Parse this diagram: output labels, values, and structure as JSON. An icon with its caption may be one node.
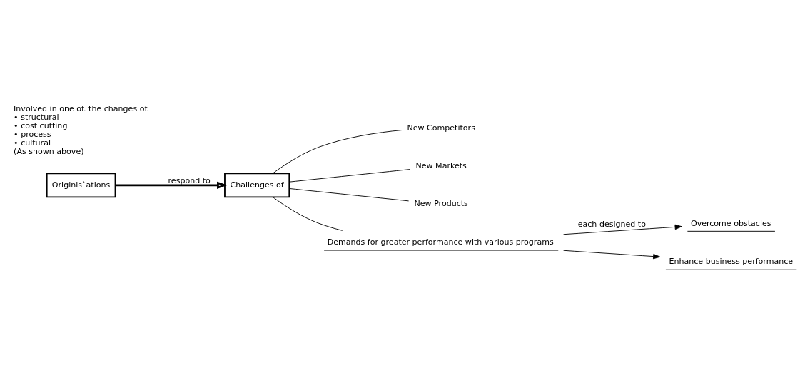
{
  "diagram": {
    "nodes": [
      {
        "text": [
          "Originis`ations"
        ]
      },
      {
        "text": [
          "Challenges of"
        ]
      },
      {
        "text": [
          "New Competitors"
        ]
      },
      {
        "text": [
          "New Markets"
        ]
      },
      {
        "text": [
          "New Products"
        ]
      },
      {
        "text": [
          "Demands for greater performance with various programs"
        ]
      },
      {
        "text": [
          "Overcome obstacles"
        ]
      },
      {
        "text": [
          "Enhance business performance"
        ]
      }
    ],
    "edges": [
      {
        "from": 0,
        "to": 1,
        "arrow": "to",
        "label": "respond to",
        "style": "thick"
      },
      {
        "from": 1,
        "to": 2,
        "arrow": "none"
      },
      {
        "from": 1,
        "to": 3,
        "arrow": "none"
      },
      {
        "from": 1,
        "to": 4,
        "arrow": "none"
      },
      {
        "from": 1,
        "to": 5,
        "arrow": "none"
      },
      {
        "from": 5,
        "to": 6,
        "arrow": "to",
        "label": "each designed to"
      },
      {
        "from": 5,
        "to": 7,
        "arrow": "to"
      }
    ],
    "labels": [
      "Involved in one of. the changes of.",
      "• structural",
      "• cost cutting",
      "• process",
      "• cultural",
      "(As shown above)"
    ]
  }
}
